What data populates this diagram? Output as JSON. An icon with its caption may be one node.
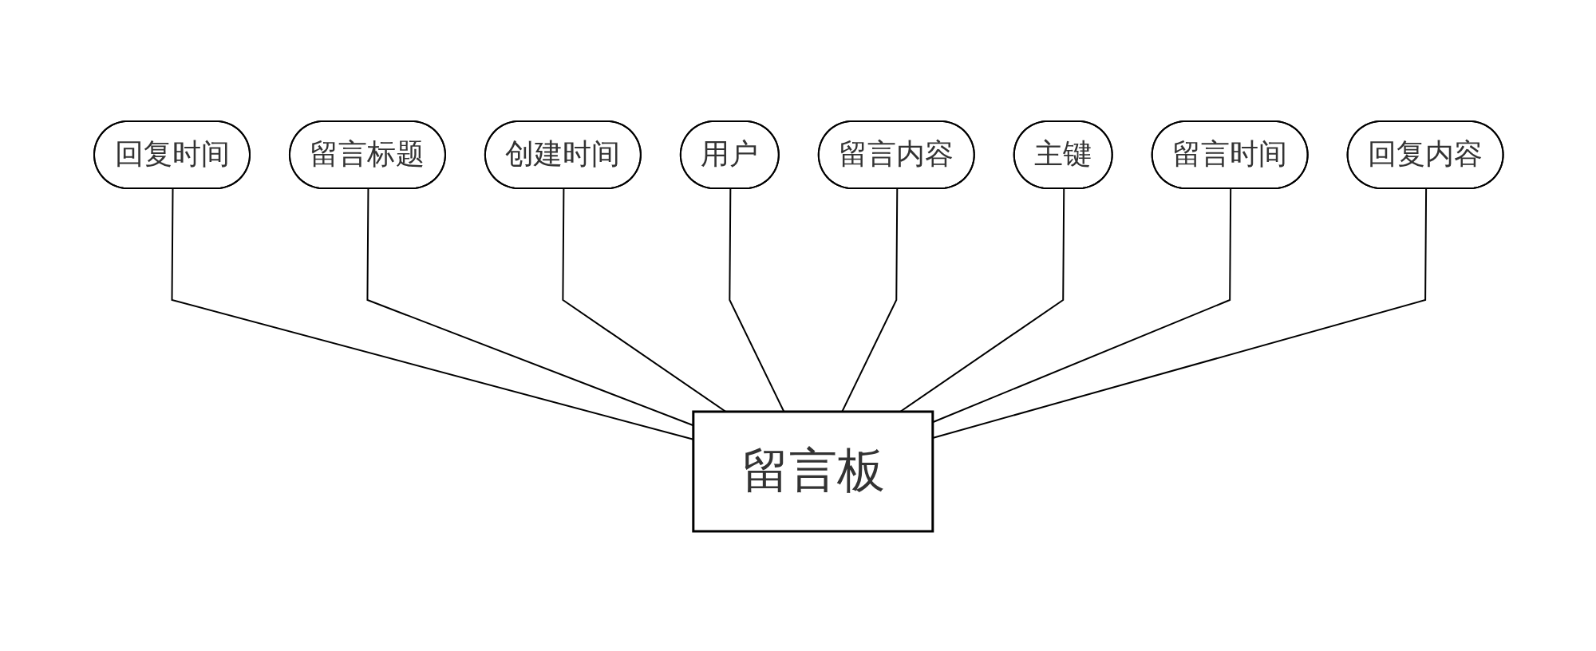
{
  "diagram": {
    "nodes": [
      {
        "text": [
          "回复时间"
        ]
      },
      {
        "text": [
          "留言标题"
        ]
      },
      {
        "text": [
          "创建时间"
        ]
      },
      {
        "text": [
          "用户"
        ]
      },
      {
        "text": [
          "留言内容"
        ]
      },
      {
        "text": [
          "主键"
        ]
      },
      {
        "text": [
          "留言时间"
        ]
      },
      {
        "text": [
          "回复内容"
        ]
      },
      {
        "text": [
          "留言板"
        ]
      }
    ],
    "edges": [
      {
        "from": 8,
        "to": 0,
        "arrow": "none"
      },
      {
        "from": 8,
        "to": 1,
        "arrow": "none"
      },
      {
        "from": 8,
        "to": 2,
        "arrow": "none"
      },
      {
        "from": 8,
        "to": 3,
        "arrow": "none"
      },
      {
        "from": 8,
        "to": 4,
        "arrow": "none"
      },
      {
        "from": 8,
        "to": 5,
        "arrow": "none"
      },
      {
        "from": 8,
        "to": 6,
        "arrow": "none"
      },
      {
        "from": 8,
        "to": 7,
        "arrow": "none"
      }
    ]
  }
}
